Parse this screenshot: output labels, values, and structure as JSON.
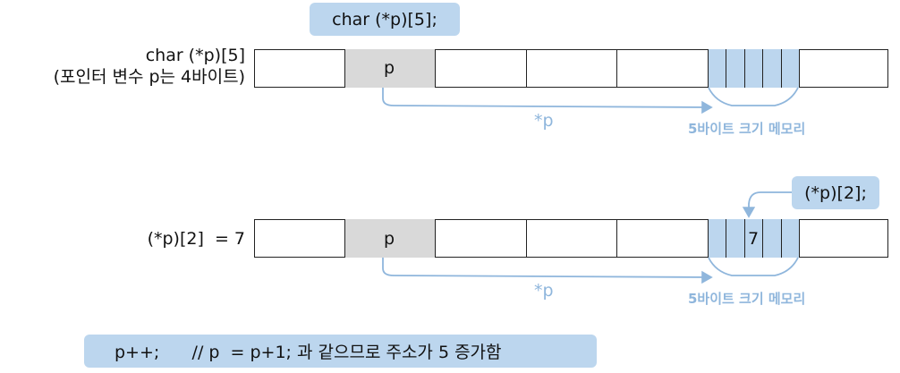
{
  "top_pill": "char (*p)[5];",
  "row1": {
    "label_line1": "char (*p)[5]",
    "label_line2": "(포인터 변수 p는 4바이트)",
    "cell_p": "p",
    "pointer_label": "*p",
    "memory_label": "5바이트 크기 메모리"
  },
  "callout": "(*p)[2];",
  "row2": {
    "label": "(*p)[2]  = 7",
    "cell_p": "p",
    "value": "7",
    "pointer_label": "*p",
    "memory_label": "5바이트 크기 메모리"
  },
  "bottom_pill": "p++;      // p  = p+1; 과 같으므로 주소가 5 증가함",
  "colors": {
    "accent": "#bcd6ee",
    "arrow": "#8fb6dc",
    "cell_gray": "#d9d9d9"
  }
}
